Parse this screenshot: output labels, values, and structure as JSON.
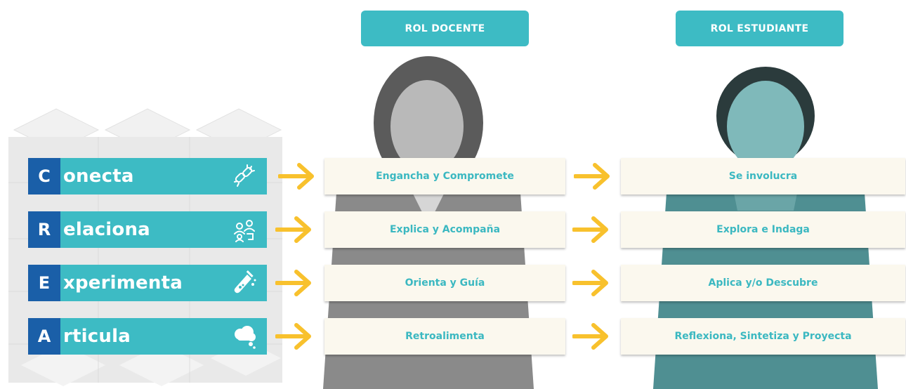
{
  "headers": {
    "docente": "ROL DOCENTE",
    "estudiante": "ROL ESTUDIANTE"
  },
  "colors": {
    "teal": "#3dbbc4",
    "blue": "#1a5fa8",
    "arrow": "#f8c12d",
    "box_bg": "#fbf8ee",
    "box_text": "#3bb8c1"
  },
  "crea": [
    {
      "letter": "C",
      "word": "onecta",
      "icon": "link-icon"
    },
    {
      "letter": "R",
      "word": "elaciona",
      "icon": "people-icon"
    },
    {
      "letter": "E",
      "word": "xperimenta",
      "icon": "test-tube-icon"
    },
    {
      "letter": "A",
      "word": "rticula",
      "icon": "thought-cloud-icon"
    }
  ],
  "docente": [
    "Engancha y Compromete",
    "Explica y Acompaña",
    "Orienta y Guía",
    "Retroalimenta"
  ],
  "estudiante": [
    "Se involucra",
    "Explora e Indaga",
    "Aplica y/o Descubre",
    "Reflexiona, Sintetiza y Proyecta"
  ]
}
